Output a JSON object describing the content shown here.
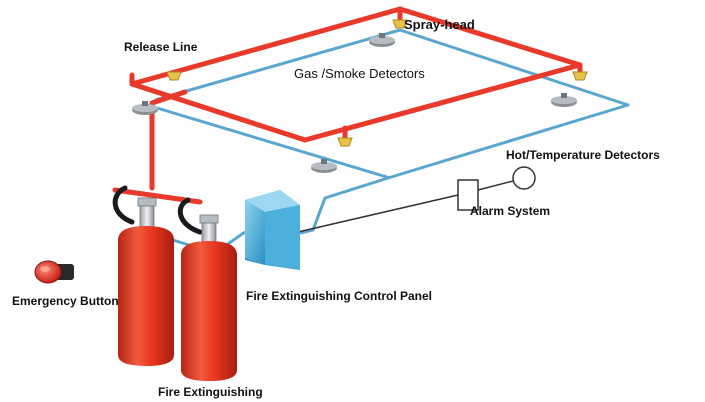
{
  "labels": {
    "release_line": "Release Line",
    "spray_head": "Spray-head",
    "gas_smoke_detectors": "Gas /Smoke Detectors",
    "hot_temperature_detectors": "Hot/Temperature Detectors",
    "alarm_system": "Alarm System",
    "emergency_button": "Emergency Button",
    "control_panel": "Fire Extinguishing Control Panel",
    "fire_extinguishing": "Fire Extinguishing"
  },
  "colors": {
    "release_line": "#e8392a",
    "detector_line": "#5aa6cf",
    "alarm_wire": "#333333",
    "cylinder": "#e8371f",
    "control_panel": "#4bb0dc",
    "spray_head": "#e8c24a",
    "detector": "#8a8f96"
  }
}
